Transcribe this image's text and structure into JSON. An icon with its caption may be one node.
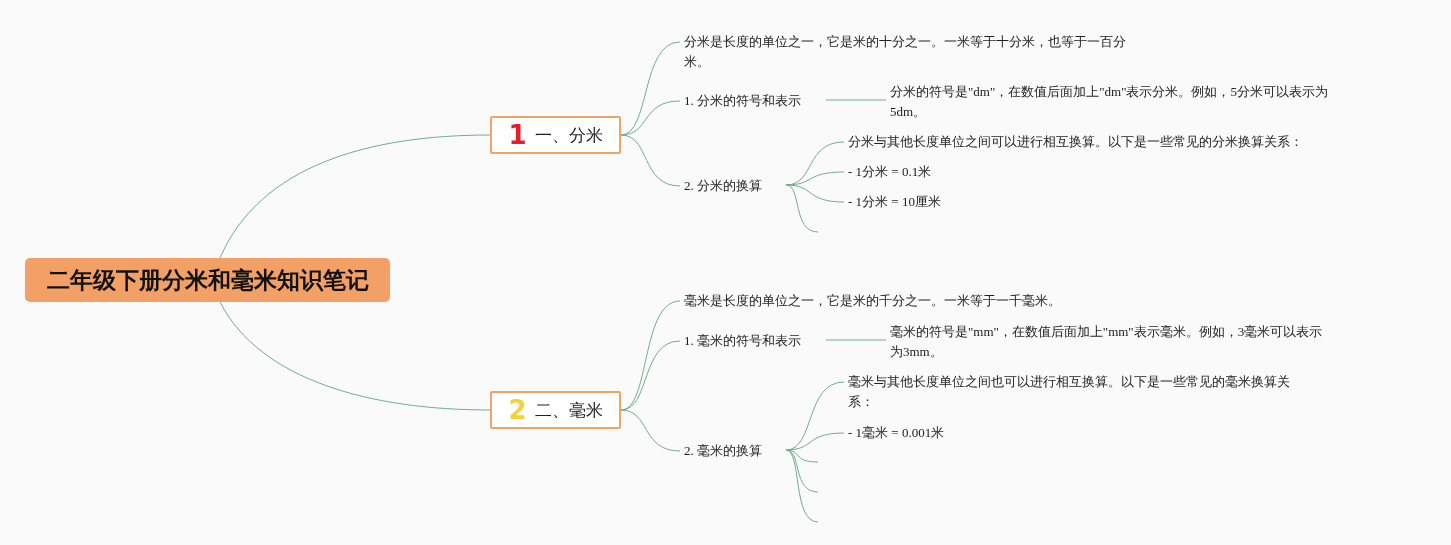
{
  "diagram": {
    "nodes": [
      {
        "text": [
          "二年级下册分米和毫米知识笔记"
        ]
      },
      {
        "text": [
          "1",
          "一、分米"
        ]
      },
      {
        "text": [
          "分米是长度的单位之一，它是米的十分之一。一米等于十分米，也等于一百分米。"
        ]
      },
      {
        "text": [
          "1. 分米的符号和表示"
        ]
      },
      {
        "text": [
          "分米的符号是\"dm\"，在数值后面加上\"dm\"表示分米。例如，5分米可以表示为5dm。"
        ]
      },
      {
        "text": [
          "2. 分米的换算"
        ]
      },
      {
        "text": [
          "分米与其他长度单位之间可以进行相互换算。以下是一些常见的分米换算关系："
        ]
      },
      {
        "text": [
          "- 1分米 = 0.1米"
        ]
      },
      {
        "text": [
          "- 1分米 = 10厘米"
        ]
      },
      {
        "text": [
          "2",
          "二、毫米"
        ]
      },
      {
        "text": [
          "毫米是长度的单位之一，它是米的千分之一。一米等于一千毫米。"
        ]
      },
      {
        "text": [
          "1. 毫米的符号和表示"
        ]
      },
      {
        "text": [
          "毫米的符号是\"mm\"，在数值后面加上\"mm\"表示毫米。例如，3毫米可以表示为3mm。"
        ]
      },
      {
        "text": [
          "2. 毫米的换算"
        ]
      },
      {
        "text": [
          "毫米与其他长度单位之间也可以进行相互换算。以下是一些常见的毫米换算关系："
        ]
      },
      {
        "text": [
          "- 1毫米 = 0.001米"
        ]
      }
    ],
    "edges": [
      {
        "from": 0,
        "to": 1,
        "arrow": "none"
      },
      {
        "from": 1,
        "to": 2,
        "arrow": "none"
      },
      {
        "from": 1,
        "to": 3,
        "arrow": "none"
      },
      {
        "from": 3,
        "to": 4,
        "arrow": "none"
      },
      {
        "from": 1,
        "to": 5,
        "arrow": "none"
      },
      {
        "from": 5,
        "to": 6,
        "arrow": "none"
      },
      {
        "from": 5,
        "to": 7,
        "arrow": "none"
      },
      {
        "from": 5,
        "to": 8,
        "arrow": "none"
      },
      {
        "from": 5,
        "to": null,
        "arrow": "none"
      },
      {
        "from": 0,
        "to": 9,
        "arrow": "none"
      },
      {
        "from": 9,
        "to": 10,
        "arrow": "none"
      },
      {
        "from": 9,
        "to": 11,
        "arrow": "none"
      },
      {
        "from": 11,
        "to": 12,
        "arrow": "none"
      },
      {
        "from": 9,
        "to": 13,
        "arrow": "none"
      },
      {
        "from": 13,
        "to": 14,
        "arrow": "none"
      },
      {
        "from": 13,
        "to": 15,
        "arrow": "none"
      },
      {
        "from": 13,
        "to": null,
        "arrow": "none"
      },
      {
        "from": 13,
        "to": null,
        "arrow": "none"
      },
      {
        "from": 13,
        "to": null,
        "arrow": "none"
      }
    ]
  }
}
